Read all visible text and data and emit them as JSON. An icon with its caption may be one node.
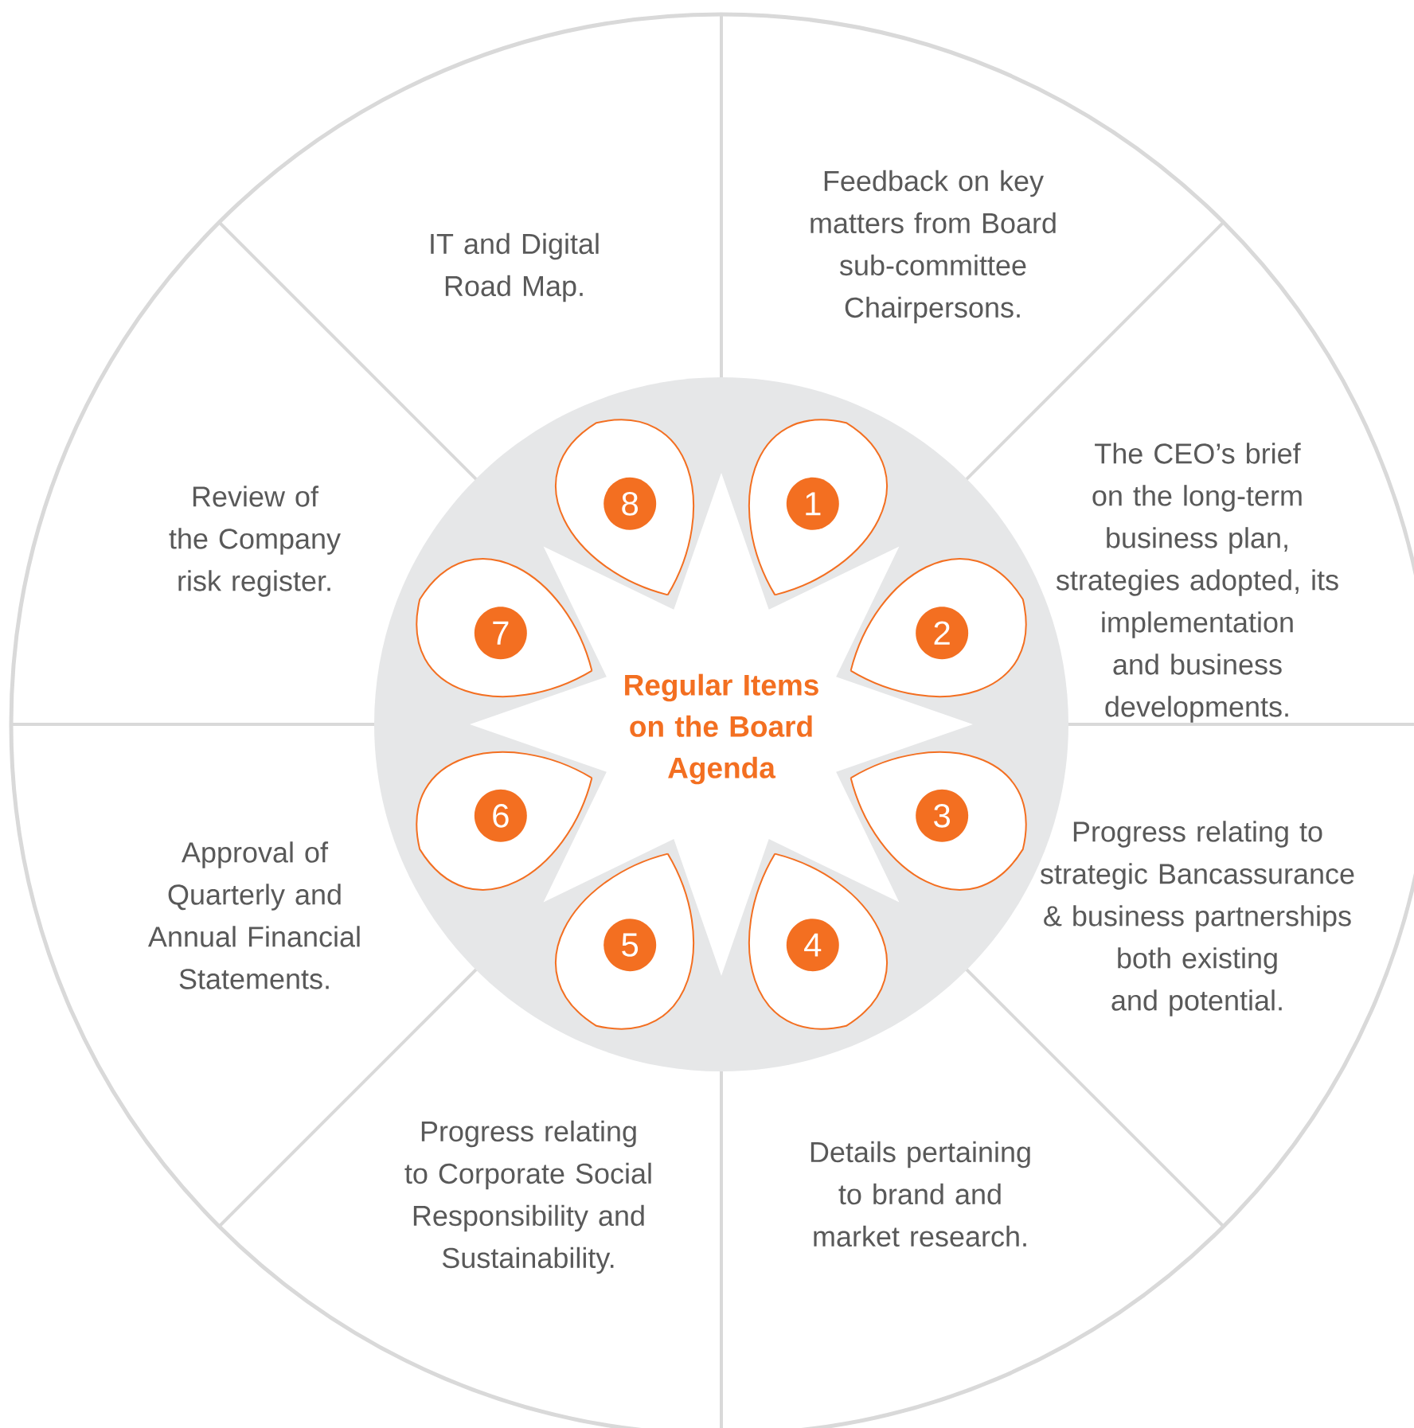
{
  "diagram": {
    "nodes": [
      {
        "text": [
          "Regular Items on the Board Agenda"
        ]
      },
      {
        "text": [
          "1"
        ]
      },
      {
        "text": [
          "2"
        ]
      },
      {
        "text": [
          "3"
        ]
      },
      {
        "text": [
          "4"
        ]
      },
      {
        "text": [
          "5"
        ]
      },
      {
        "text": [
          "6"
        ]
      },
      {
        "text": [
          "7"
        ]
      },
      {
        "text": [
          "8"
        ]
      },
      {
        "text": [
          "Feedback on key matters from Board sub-committee Chairpersons."
        ]
      },
      {
        "text": [
          "The CEO’s brief on the long-term business plan, strategies adopted, its implementation and business developments."
        ]
      },
      {
        "text": [
          "Progress relating to strategic Bancassurance & business partnerships both existing and potential."
        ]
      },
      {
        "text": [
          "Details pertaining to brand and market research."
        ]
      },
      {
        "text": [
          "Progress relating to Corporate Social Responsibility and Sustainability."
        ]
      },
      {
        "text": [
          "Approval of Quarterly and Annual Financial Statements."
        ]
      },
      {
        "text": [
          "Review of the Company risk register."
        ]
      },
      {
        "text": [
          "IT and Digital Road Map."
        ]
      }
    ],
    "edges": []
  }
}
